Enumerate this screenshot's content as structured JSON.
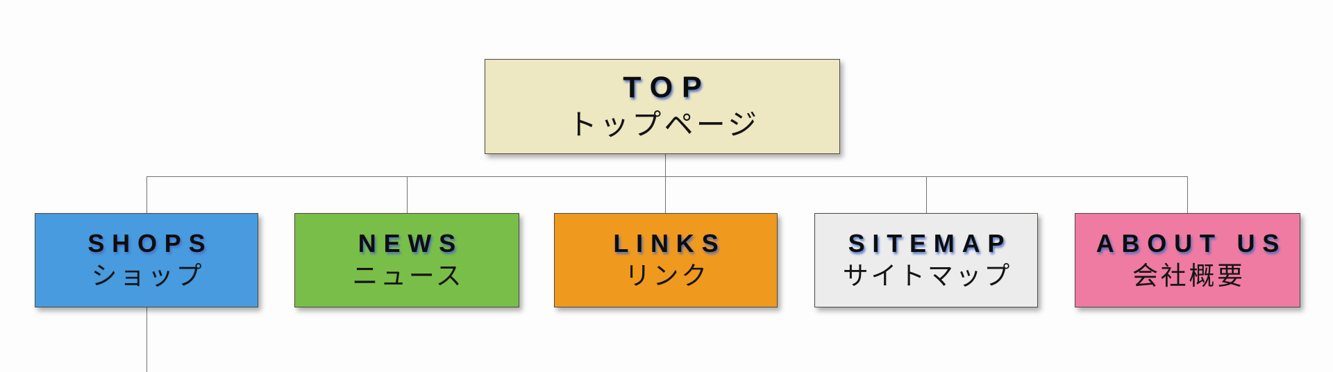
{
  "diagram": {
    "type": "sitemap-tree",
    "line_color": "#707070",
    "label_shadow_color": "#486EC4",
    "root": {
      "label": "TOP",
      "sublabel": "トップページ",
      "color": "#EDE7C2"
    },
    "children": [
      {
        "label": "SHOPS",
        "sublabel": "ショップ",
        "color": "#479BDE"
      },
      {
        "label": "NEWS",
        "sublabel": "ニュース",
        "color": "#79BE48"
      },
      {
        "label": "LINKS",
        "sublabel": "リンク",
        "color": "#F0991F"
      },
      {
        "label": "SITEMAP",
        "sublabel": "サイトマップ",
        "color": "#ECECEC"
      },
      {
        "label": "ABOUT US",
        "sublabel": "会社概要",
        "color": "#EF7BA2"
      }
    ]
  }
}
